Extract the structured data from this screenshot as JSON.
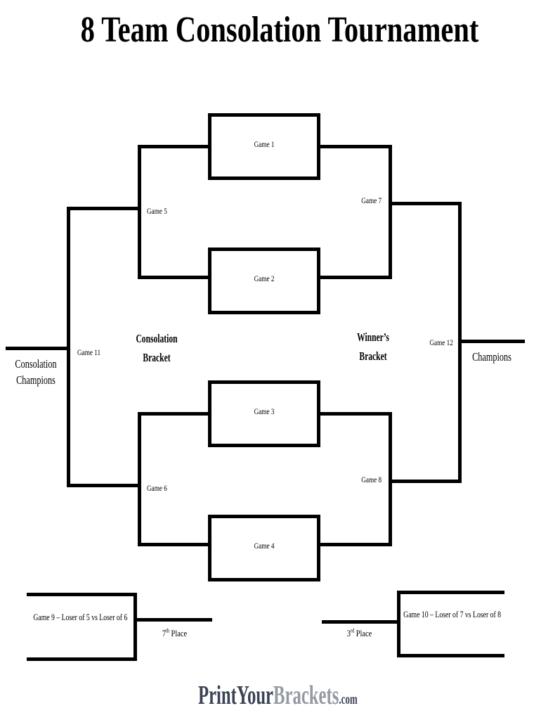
{
  "title": "8 Team Consolation Tournament",
  "bracket": {
    "consolation_header": {
      "line1": "Consolation",
      "line2": "Bracket"
    },
    "winners_header": {
      "line1": "Winner’s",
      "line2": "Bracket"
    },
    "games": {
      "g1": "Game 1",
      "g2": "Game 2",
      "g3": "Game 3",
      "g4": "Game 4",
      "g5": "Game 5",
      "g6": "Game 6",
      "g7": "Game 7",
      "g8": "Game 8",
      "g11": "Game 11",
      "g12": "Game 12"
    },
    "consolation_champions": {
      "line1": "Consolation",
      "line2": "Champions"
    },
    "champions": "Champions"
  },
  "placement_games": {
    "game9": "Game 9 – Loser of 5 vs Loser of 6",
    "game10": "Game 10 – Loser of 7 vs Loser of 8",
    "seventh": {
      "number": "7",
      "suffix": "th",
      "label": "Place"
    },
    "third": {
      "number": "3",
      "suffix": "rd",
      "label": "Place"
    }
  },
  "footer_logo": {
    "part1": "PrintYour",
    "part2": "Brackets",
    "part3": ".com"
  },
  "colors": {
    "line": "#000000",
    "logo_dark": "#3a4254",
    "logo_gray": "#949aa3"
  }
}
